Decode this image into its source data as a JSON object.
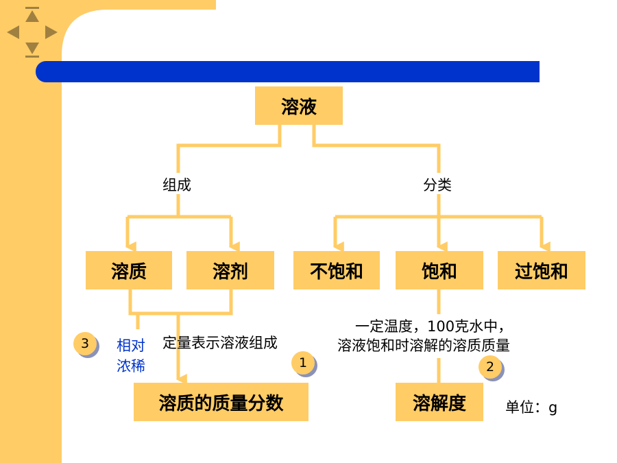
{
  "nodes": {
    "solution": "溶液",
    "solute": "溶质",
    "solvent": "溶剂",
    "unsaturated": "不饱和",
    "saturated": "饱和",
    "supersaturated": "过饱和",
    "mass_fraction": "溶质的质量分数",
    "solubility": "溶解度"
  },
  "labels": {
    "composition": "组成",
    "classification": "分类",
    "quantitative": "定量表示溶液组成",
    "relative_line1": "相对",
    "relative_line2": "浓稀",
    "definition_line1": "一定温度，100克水中，",
    "definition_line2": "溶液饱和时溶解的溶质质量",
    "unit": "单位：g"
  },
  "badges": [
    "1",
    "2",
    "3"
  ],
  "colors": {
    "box": "#FFCC66",
    "connector": "#FFCC66",
    "sidebar": "#FFCC66",
    "banner": "#0033CC",
    "relative_text": "#0033CC",
    "badge_shadow": "#8A92B8"
  },
  "icons": [
    "up-arrow-icon",
    "down-arrow-icon",
    "left-arrow-icon",
    "right-arrow-icon"
  ]
}
